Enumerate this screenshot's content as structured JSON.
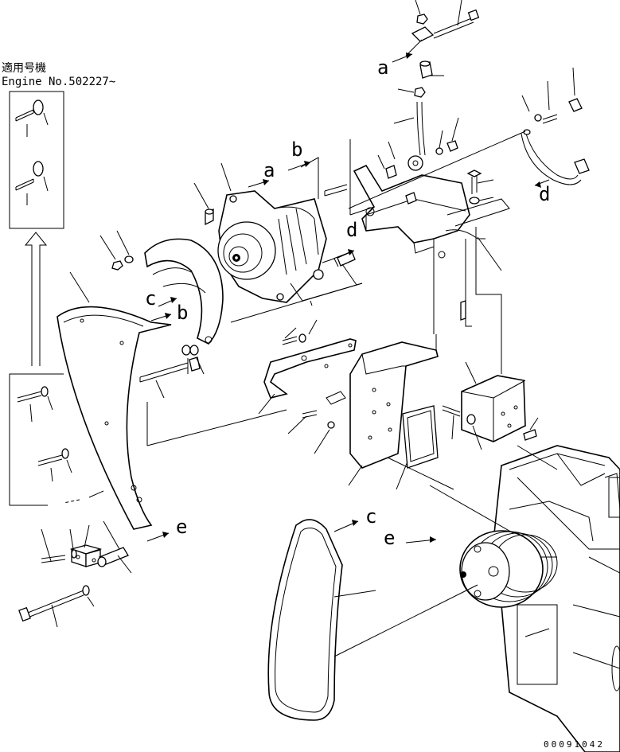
{
  "header": {
    "applicability_jp": "適用号機",
    "engine_no": "Engine No.502227~"
  },
  "callouts": {
    "a": "a",
    "b": "b",
    "c": "c",
    "d": "d",
    "e": "e"
  },
  "drawing_number": "00091042"
}
